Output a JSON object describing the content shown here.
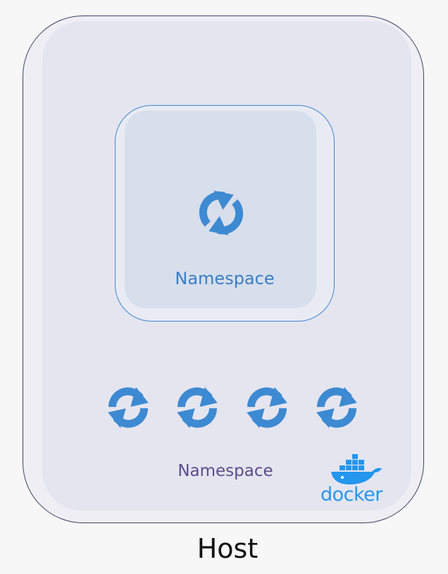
{
  "diagram": {
    "inner_namespace_label": "Namespace",
    "outer_namespace_label": "Namespace",
    "host_label": "Host",
    "docker_logo_text": "docker",
    "icons": {
      "inner": "refresh-cycle-icon",
      "outer": [
        "refresh-cycle-icon",
        "refresh-cycle-icon",
        "refresh-cycle-icon",
        "refresh-cycle-icon"
      ],
      "logo": "docker-whale-icon"
    },
    "colors": {
      "accent": "#3a7fc6",
      "icon_blue": "#3d8ad2",
      "docker_blue": "#2496ed",
      "outer_label": "#5b4c8c",
      "host_border": "#3e4267"
    }
  }
}
